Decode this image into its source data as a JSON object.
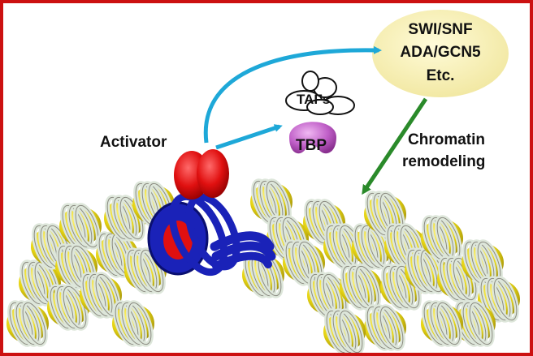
{
  "labels": {
    "activator": "Activator",
    "tafs": "TAFs",
    "tbp": "TBP",
    "complex_line1": "SWI/SNF",
    "complex_line2": "ADA/GCN5",
    "complex_line3": "Etc.",
    "remodel_line1": "Chromatin",
    "remodel_line2": "remodeling"
  },
  "colors": {
    "border": "#cc1111",
    "complex_ellipse": "#f7efb0",
    "activator_red": "#e01010",
    "dna_blue": "#1a22b8",
    "tbp_magenta": "#c060c8",
    "arrow_cyan": "#1ea8d8",
    "arrow_green": "#2a8a2a",
    "nucleosome_core": "#e6d414",
    "nucleosome_dna": "#dde6da"
  }
}
